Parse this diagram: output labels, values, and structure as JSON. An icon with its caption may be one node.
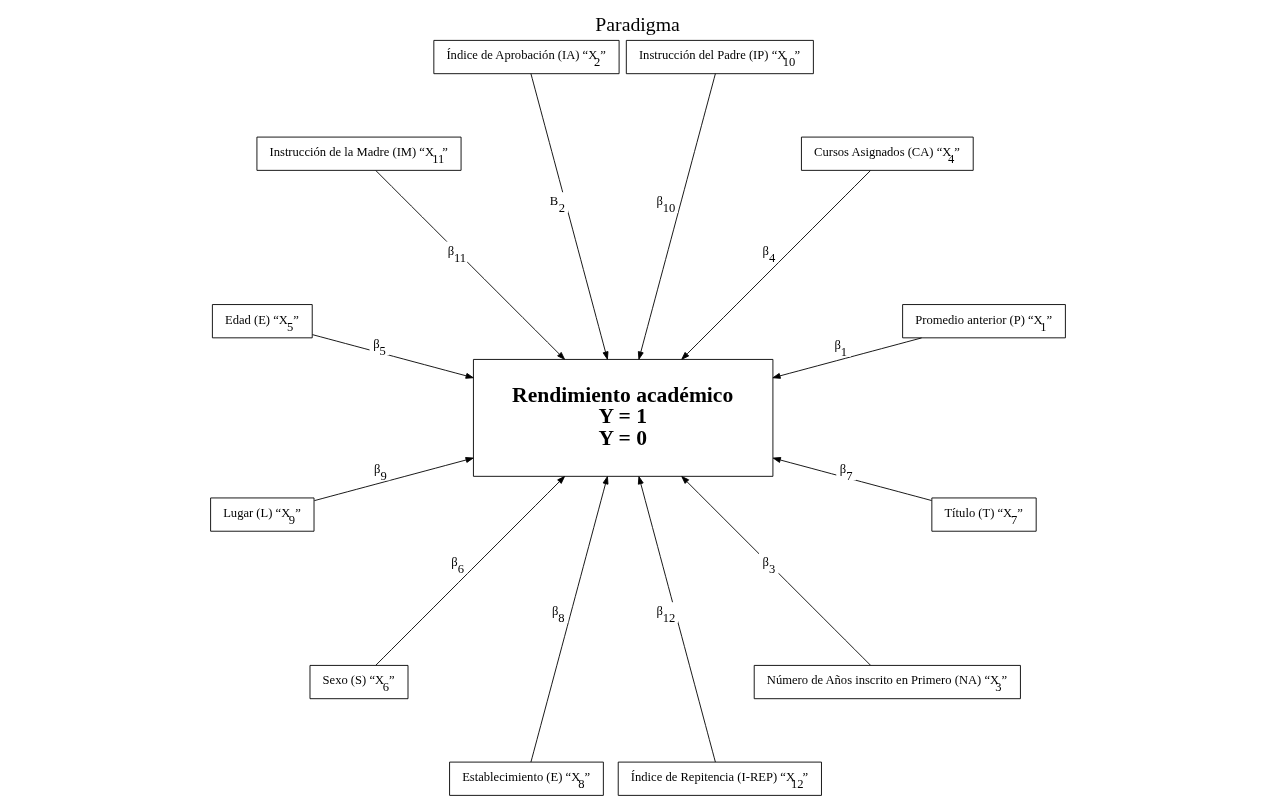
{
  "diagram": {
    "title": "Paradigma",
    "nodes": [
      {
        "text": [
          "Promedio anterior (P) “X$_{1}$”"
        ]
      },
      {
        "text": [
          "Cursos Asignados (CA) “X$_{4}$”"
        ]
      },
      {
        "text": [
          "Instrucción del Padre (IP) “X$_{10}$”"
        ]
      },
      {
        "text": [
          "Índice de Aprobación (IA) “X$_{2}$”"
        ]
      },
      {
        "text": [
          "Rendimiento académico",
          "Y = 1",
          "Y = 0"
        ]
      },
      {
        "text": [
          "Instrucción de la Madre (IM) “X$_{11}$”"
        ]
      },
      {
        "text": [
          "Edad (E) “X$_{5}$”"
        ]
      },
      {
        "text": [
          "Lugar (L) “X$_{9}$”"
        ]
      },
      {
        "text": [
          "Sexo (S) “X$_{6}$”"
        ]
      },
      {
        "text": [
          "Establecimiento (E) “X$_{8}$”"
        ]
      },
      {
        "text": [
          "Índice de Repitencia (I-REP) “X$_{12}$”"
        ]
      },
      {
        "text": [
          "Número de Años inscrito en Primero (NA) “X$_{3}$”"
        ]
      },
      {
        "text": [
          "Título (T) “X$_{7}$”"
        ]
      }
    ],
    "edges": [
      {
        "from": 0,
        "to": 4,
        "arrow": "to",
        "label": "β$_{1}$"
      },
      {
        "from": 3,
        "to": 4,
        "arrow": "to",
        "label": "B$_{2}$"
      },
      {
        "from": 1,
        "to": 4,
        "arrow": "to",
        "label": "β$_{4}$"
      },
      {
        "from": 2,
        "to": 4,
        "arrow": "to",
        "label": "β$_{10}$"
      },
      {
        "from": 5,
        "to": 4,
        "arrow": "to",
        "label": "β$_{11}$"
      },
      {
        "from": 6,
        "to": 4,
        "arrow": "to",
        "label": "β$_{5}$"
      },
      {
        "from": 7,
        "to": 4,
        "arrow": "to",
        "label": "β$_{9}$"
      },
      {
        "from": 8,
        "to": 4,
        "arrow": "to",
        "label": "β$_{6}$"
      },
      {
        "from": 9,
        "to": 4,
        "arrow": "to",
        "label": "β$_{8}$"
      },
      {
        "from": 10,
        "to": 4,
        "arrow": "to",
        "label": "β$_{12}$"
      },
      {
        "from": 12,
        "to": 4,
        "arrow": "to",
        "label": "β$_{7}$"
      },
      {
        "from": 11,
        "to": 4,
        "arrow": "to",
        "label": "β$_{3}$"
      }
    ]
  }
}
